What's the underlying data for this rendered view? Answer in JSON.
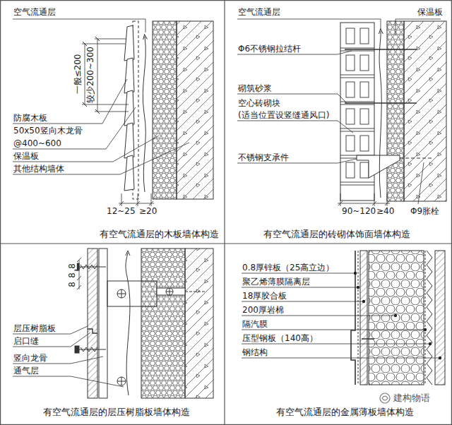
{
  "diagram": {
    "labels": [
      "空气流通层",
      "一般≤200",
      "较少200~300",
      "防腐木板",
      "50x50竖向木龙骨",
      "@400~600",
      "保温板",
      "其他结构墙体",
      "12~25",
      "≥20",
      "有空气流通层的木板墙体构造",
      "空气流通层",
      "保温板",
      "Φ6不锈钢拉结杆",
      "砌筑砂浆",
      "空心砖砌块",
      "(适当位置设竖缝通风口)",
      "不锈钢支承件",
      "90~120",
      "≥40",
      "Φ9胀栓",
      "有空气流通层的砖砌体饰面墙体构造",
      "8",
      "8",
      "8",
      "层压树脂板",
      "启口缝",
      "竖向龙骨",
      "通气层",
      "有空气流通层的层压树脂板墙体构造",
      "0.8厚锌板（25高立边）",
      "聚乙烯薄膜隔离层",
      "18厚胶合板",
      "200厚岩棉",
      "隔汽膜",
      "压型钢板（140高）",
      "钢结构",
      "有空气流通层的金属薄板墙体构造",
      "建构物语"
    ]
  }
}
